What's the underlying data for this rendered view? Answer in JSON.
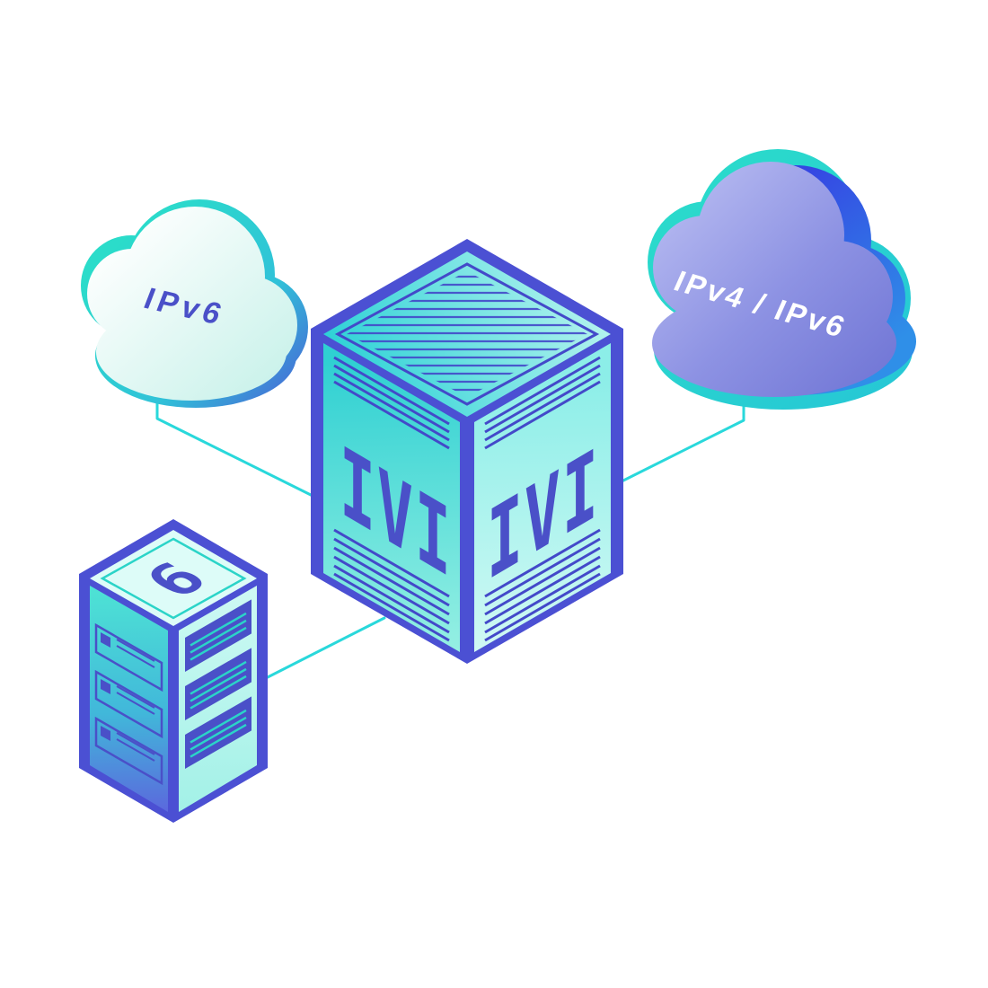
{
  "illustration": {
    "nodes": {
      "ipv6_cloud": {
        "label": "IPv6"
      },
      "ipv4_ipv6_cloud": {
        "label": "IPv4 / IPv6"
      },
      "translator_box": {
        "left_face_label": "IVI",
        "right_face_label": "IVI"
      },
      "server": {
        "label": "6"
      }
    },
    "connections": [
      {
        "from": "ipv6-cloud",
        "to": "ivi-translator-box"
      },
      {
        "from": "ipv4-ipv6-cloud",
        "to": "ivi-translator-box"
      },
      {
        "from": "ipv6-server",
        "to": "ivi-translator-box"
      }
    ],
    "colors": {
      "connector_teal": "#29d8db",
      "deep_indigo": "#4a50c8",
      "teal": "#2bdcca",
      "mint": "#bdf4ee",
      "cloud_purple": "#8d92e3",
      "accent_blue": "#3a49e8",
      "label_on_purple": "#ffffff",
      "background": "#ffffff"
    }
  }
}
